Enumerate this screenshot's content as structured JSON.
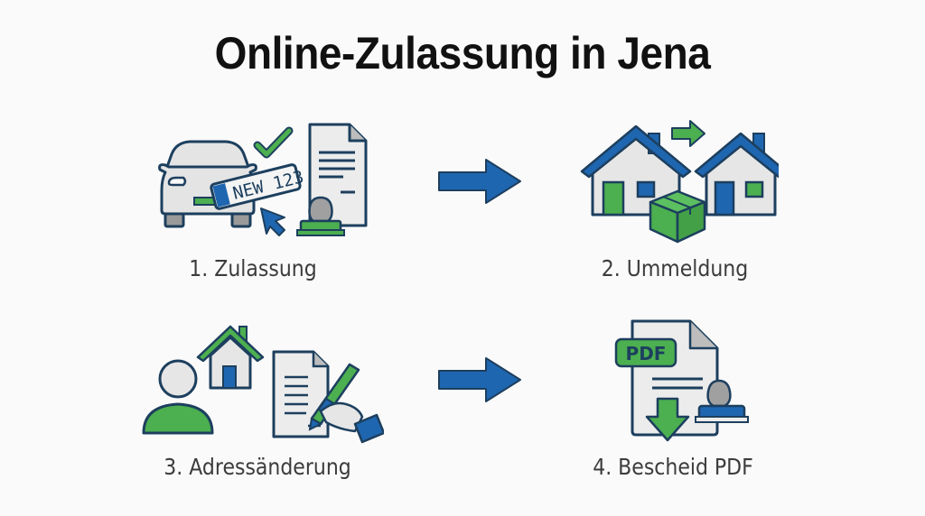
{
  "title": "Online-Zulassung in Jena",
  "colors": {
    "blue": "#1f66b0",
    "dark_outline": "#1d3f5e",
    "green": "#4caf50",
    "light_gray": "#e6e6e6",
    "text": "#3c3c3c"
  },
  "steps": [
    {
      "number": 1,
      "label": "1. Zulassung",
      "icon": "car-license-plate-document-stamp-icon",
      "plate_text": "NEW 123"
    },
    {
      "number": 2,
      "label": "2. Ummeldung",
      "icon": "houses-move-box-icon"
    },
    {
      "number": 3,
      "label": "3. Adressänderung",
      "icon": "person-house-signing-document-icon"
    },
    {
      "number": 4,
      "label": "4. Bescheid PDF",
      "icon": "pdf-download-stamp-icon",
      "badge_text": "PDF"
    }
  ],
  "connectors": [
    {
      "from": 1,
      "to": 2,
      "icon": "right-arrow-icon"
    },
    {
      "from": 3,
      "to": 4,
      "icon": "right-arrow-icon"
    }
  ]
}
